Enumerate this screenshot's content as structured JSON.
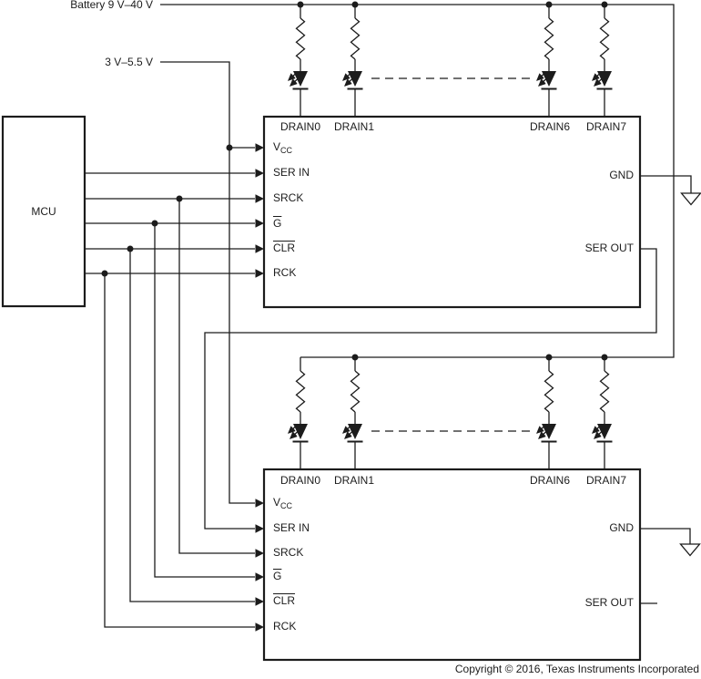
{
  "diagram": {
    "colors": {
      "line": "#1c1c1c",
      "background": "#ffffff"
    },
    "power": {
      "battery_label": "Battery 9 V–40 V",
      "logic_supply_label": "3 V–5.5 V"
    },
    "mcu": {
      "label": "MCU"
    },
    "driver1": {
      "drains": {
        "d0": "DRAIN0",
        "d1": "DRAIN1",
        "d6": "DRAIN6",
        "d7": "DRAIN7"
      },
      "pins": {
        "vcc_main": "V",
        "vcc_sub": "CC",
        "ser_in": "SER IN",
        "srck": "SRCK",
        "g": "G",
        "clr": "CLR",
        "rck": "RCK",
        "gnd": "GND",
        "ser_out": "SER OUT"
      }
    },
    "driver2": {
      "drains": {
        "d0": "DRAIN0",
        "d1": "DRAIN1",
        "d6": "DRAIN6",
        "d7": "DRAIN7"
      },
      "pins": {
        "vcc_main": "V",
        "vcc_sub": "CC",
        "ser_in": "SER IN",
        "srck": "SRCK",
        "g": "G",
        "clr": "CLR",
        "rck": "RCK",
        "gnd": "GND",
        "ser_out": "SER OUT"
      }
    },
    "icons": {
      "resistor": "resistor-zigzag",
      "led": "led-diode-with-emission-arrows",
      "ground": "open-triangle-ground",
      "junction": "filled-dot"
    },
    "footer": {
      "copyright": "Copyright © 2016, Texas Instruments Incorporated"
    }
  }
}
